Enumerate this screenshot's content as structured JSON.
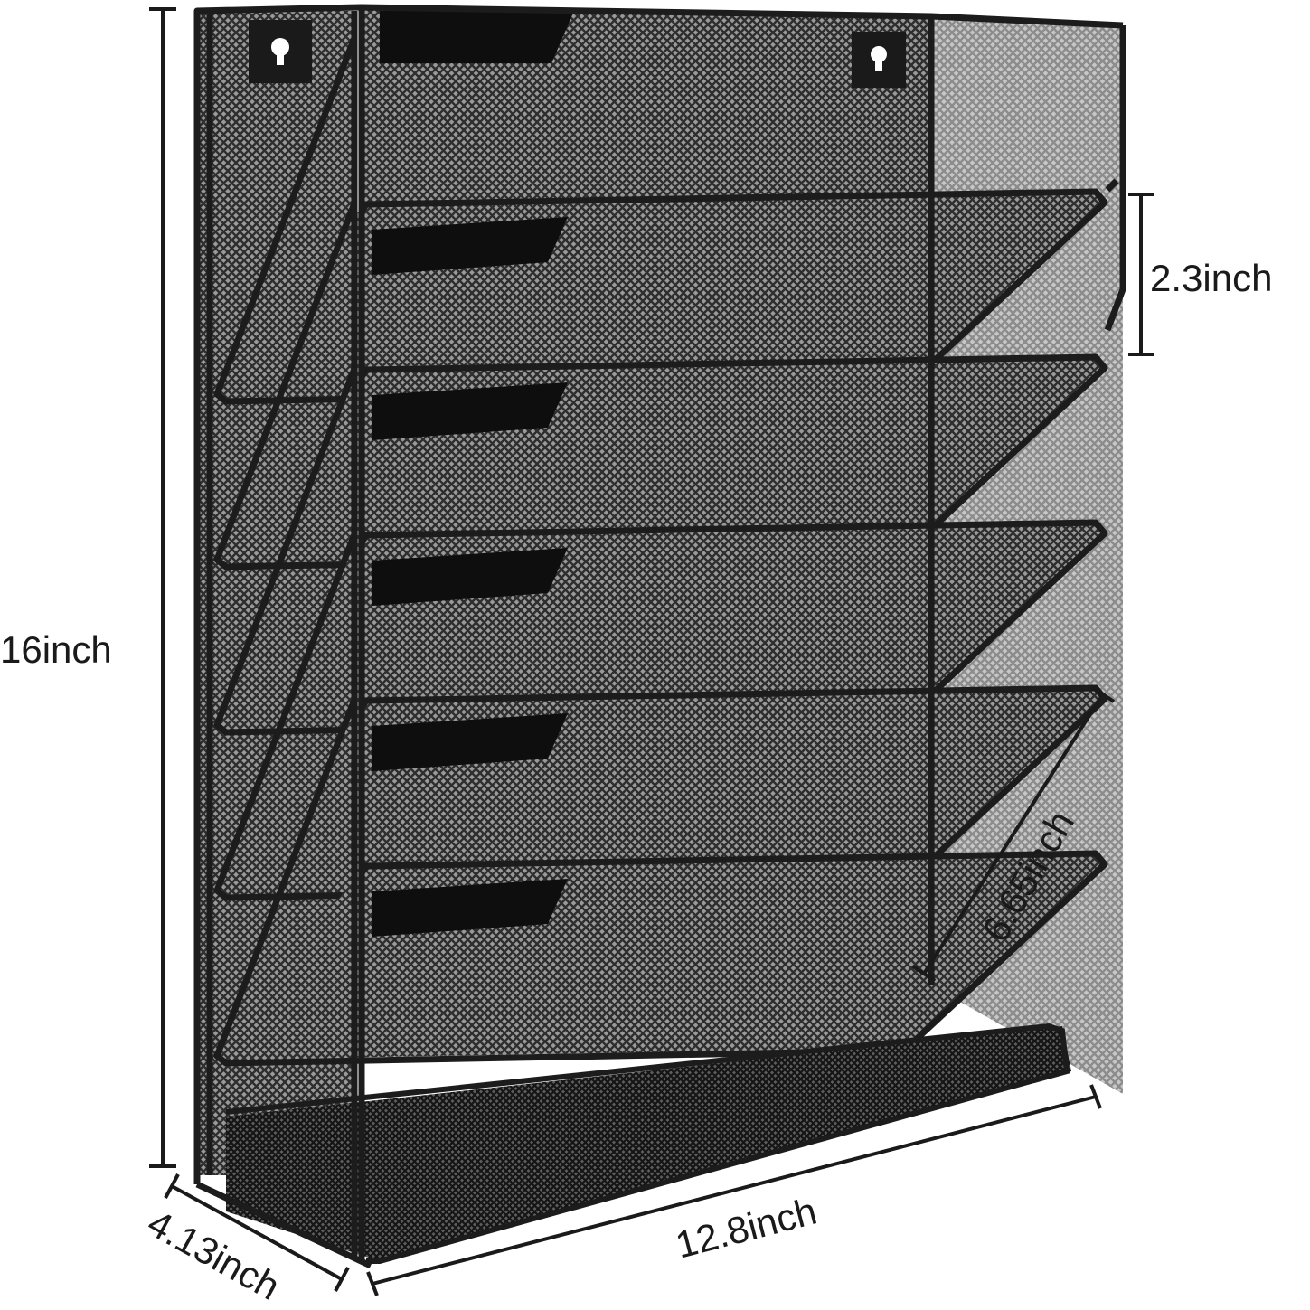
{
  "colors": {
    "background": "#ffffff",
    "frame": "#1c1c1c",
    "mesh": "#3a3a3a",
    "mesh_light": "#8a8a8a",
    "tab": "#0e0e0e",
    "dimension_line": "#1a1a1a"
  },
  "product": {
    "pocket_count": 5
  },
  "dimensions": {
    "height": "16inch",
    "pocket_spacing": "2.3inch",
    "pocket_depth": "6.65inch",
    "width": "12.8inch",
    "depth": "4.13inch"
  }
}
